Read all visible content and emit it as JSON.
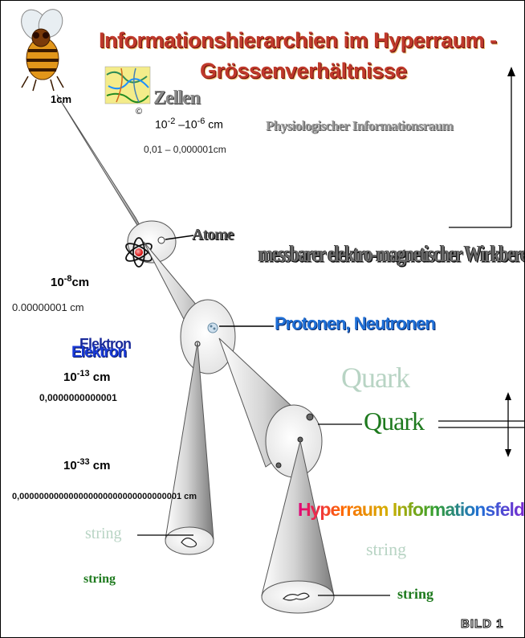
{
  "title": {
    "line1": "Informationshierarchien im Hyperraum -",
    "line2": "Grössenverhältnisse"
  },
  "labels": {
    "one_cm": "1cm",
    "zellen": "Zellen",
    "copyright": "©",
    "cell_scale_base_a": "10",
    "cell_scale_exp_a": "-2",
    "cell_scale_sep": " –",
    "cell_scale_base_b": "10",
    "cell_scale_exp_b": "-6",
    "cell_scale_unit": " cm",
    "cell_scale_decimal": "0,01 – 0,000001cm",
    "physio_space": "Physiologischer Informationsraum",
    "atome": "Atome",
    "em_range": "messbarer elektro-magnetischer Wirkbereich",
    "atom_scale_base": "10",
    "atom_scale_exp": "-8",
    "atom_scale_unit": "cm",
    "atom_scale_decimal": "0.00000001 cm",
    "protonen": "Protonen, Neutronen",
    "elektron_shadow": "Elektron",
    "elektron": "Elektron",
    "nucleus_scale_base": "10",
    "nucleus_scale_exp": "-13",
    "nucleus_scale_unit": " cm",
    "nucleus_scale_decimal": "0,0000000000001",
    "quark_ghost": "Quark",
    "quark": "Quark",
    "string_scale_base": "10",
    "string_scale_exp": "-33",
    "string_scale_unit": " cm",
    "string_scale_decimal": "0,000000000000000000000000000000001 cm",
    "hyperraum": "Hyperraum Informationsfeld",
    "string_ghost_left": "string",
    "string_ghost_right": "string",
    "string_left": "string",
    "string_right": "string",
    "bild": "BILD 1"
  },
  "colors": {
    "title": "#c0392b",
    "protonen": "#1f6fd6",
    "elektron": "#1a3bd8",
    "quark": "#1e7a1e",
    "string_green": "#1e7a1e",
    "ghost": "#b8d4c4"
  }
}
